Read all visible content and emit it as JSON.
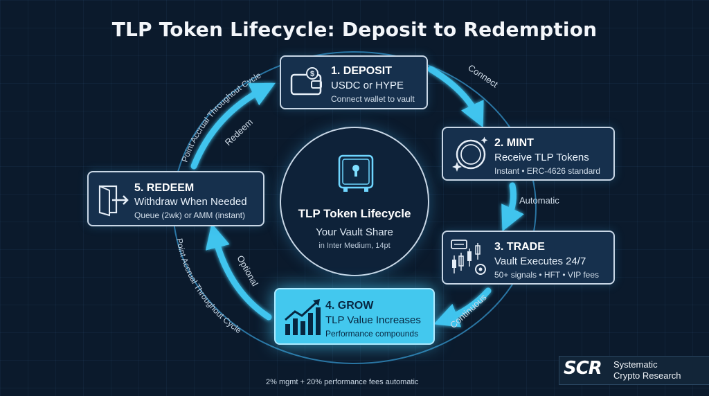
{
  "title": "TLP Token Lifecycle: Deposit to Redemption",
  "center": {
    "title": "TLP Token Lifecycle",
    "subtitle": "Your Vault Share",
    "note": "in Inter Medium, 14pt"
  },
  "steps": [
    {
      "heading": "1. DEPOSIT",
      "title": "USDC or HYPE",
      "note": "Connect wallet to vault",
      "icon": "wallet-icon"
    },
    {
      "heading": "2. MINT",
      "title": "Receive TLP Tokens",
      "note": "Instant • ERC-4626 standard",
      "icon": "coin-icon"
    },
    {
      "heading": "3. TRADE",
      "title": "Vault Executes 24/7",
      "note": "50+ signals • HFT • VIP fees",
      "icon": "trading-chart-icon"
    },
    {
      "heading": "4. GROW",
      "title": "TLP Value Increases",
      "note": "Performance compounds",
      "icon": "growth-chart-icon"
    },
    {
      "heading": "5. REDEEM",
      "title": "Withdraw When Needed",
      "note": "Queue (2wk) or AMM (instant)",
      "icon": "exit-door-icon"
    }
  ],
  "transitions": {
    "connect": "Connect",
    "automatic": "Automatic",
    "continuous": "Continuous",
    "optional": "Optional",
    "redeem": "Redeem"
  },
  "ring_label": "Point Accrual Throughout Cycle",
  "footer": "2% mgmt + 20% performance fees automatic",
  "brand": {
    "mark": "SCR",
    "name_line1": "Systematic",
    "name_line2": "Crypto Research"
  },
  "colors": {
    "background": "#0b1a2c",
    "card": "#16304d",
    "accent": "#3fc4ee",
    "card_border": "#c9d7e6"
  }
}
